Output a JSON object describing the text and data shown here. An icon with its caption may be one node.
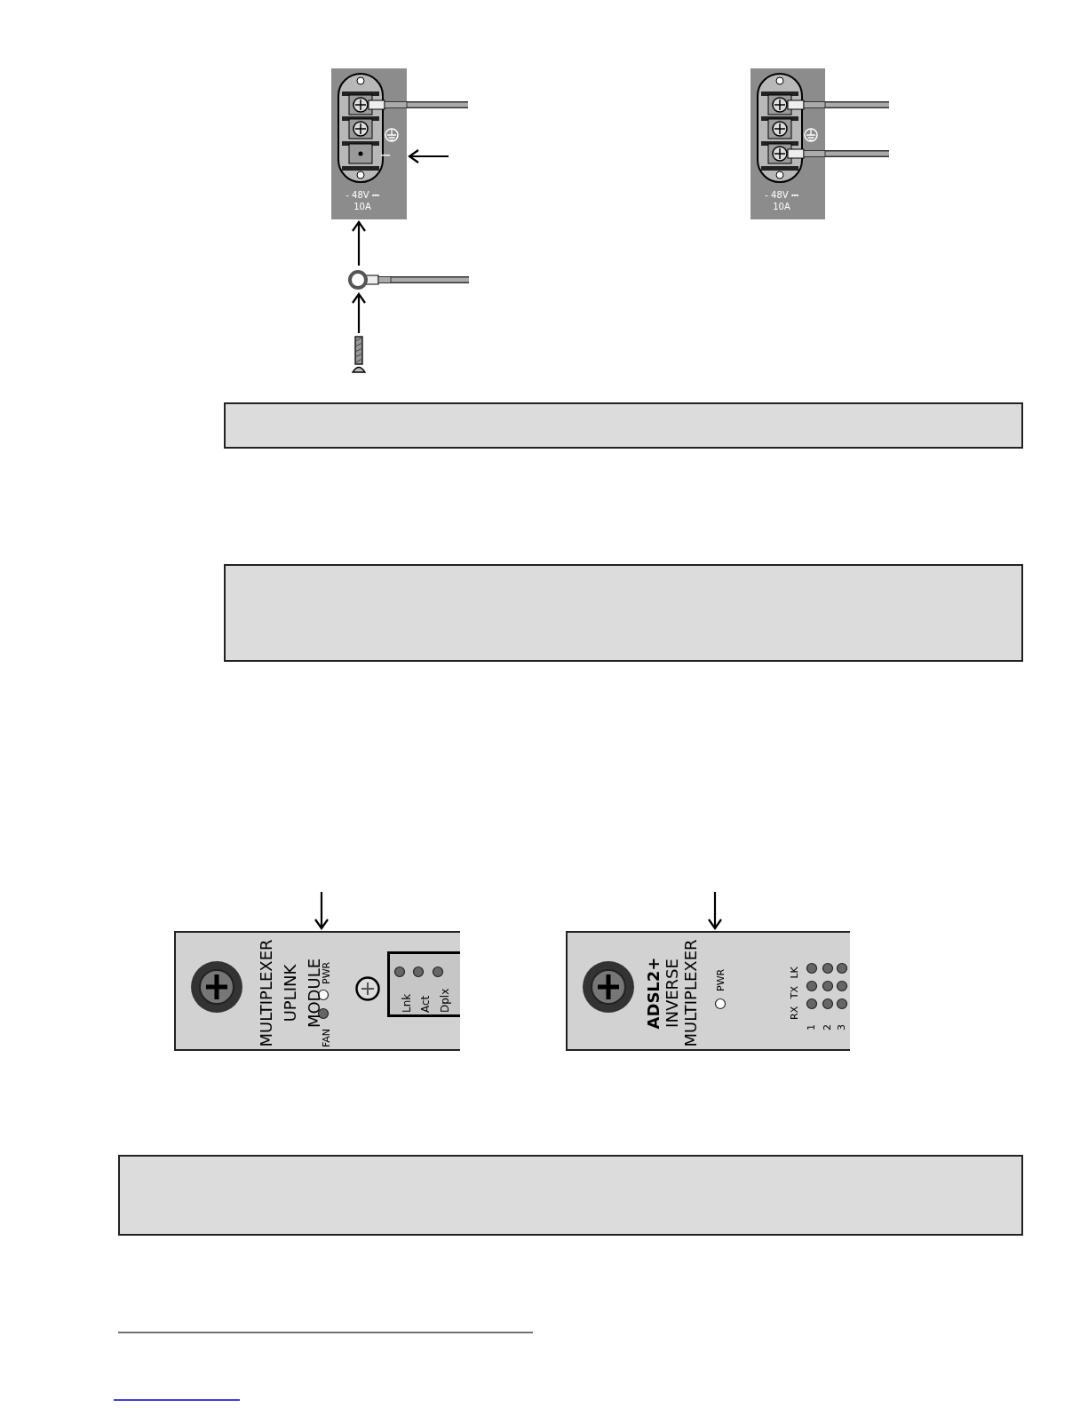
{
  "diagram": {
    "nodes": [
      {
        "text": [
          "−",
          "- 48V ⎓ 10A"
        ]
      },
      {
        "text": [],
        "shape": "ring"
      },
      {
        "text": [],
        "shape": "screw"
      },
      {
        "text": [
          "- 48V ⎓ 10A"
        ]
      },
      {
        "text": [],
        "shape": "box"
      },
      {
        "text": [],
        "shape": "box"
      },
      {
        "text": [],
        "shape": "box"
      },
      {
        "text": [
          "MULTIPLEXER UPLINK MODULE",
          "FAN",
          "PWR",
          "Lnk",
          "Act",
          "Dplx"
        ]
      },
      {
        "text": [
          "**ADSL2+** INVERSE MULTIPLEXER",
          "PWR",
          "RX TX LK",
          "1",
          "2",
          "3"
        ]
      }
    ],
    "edges": [
      {
        "from": 2,
        "to": 1,
        "arrow": "to"
      },
      {
        "from": 1,
        "to": 0,
        "arrow": "to"
      },
      {
        "from": null,
        "to": 0,
        "arrow": "to"
      },
      {
        "from": null,
        "to": 7,
        "arrow": "to"
      },
      {
        "from": null,
        "to": 8,
        "arrow": "to"
      }
    ]
  }
}
